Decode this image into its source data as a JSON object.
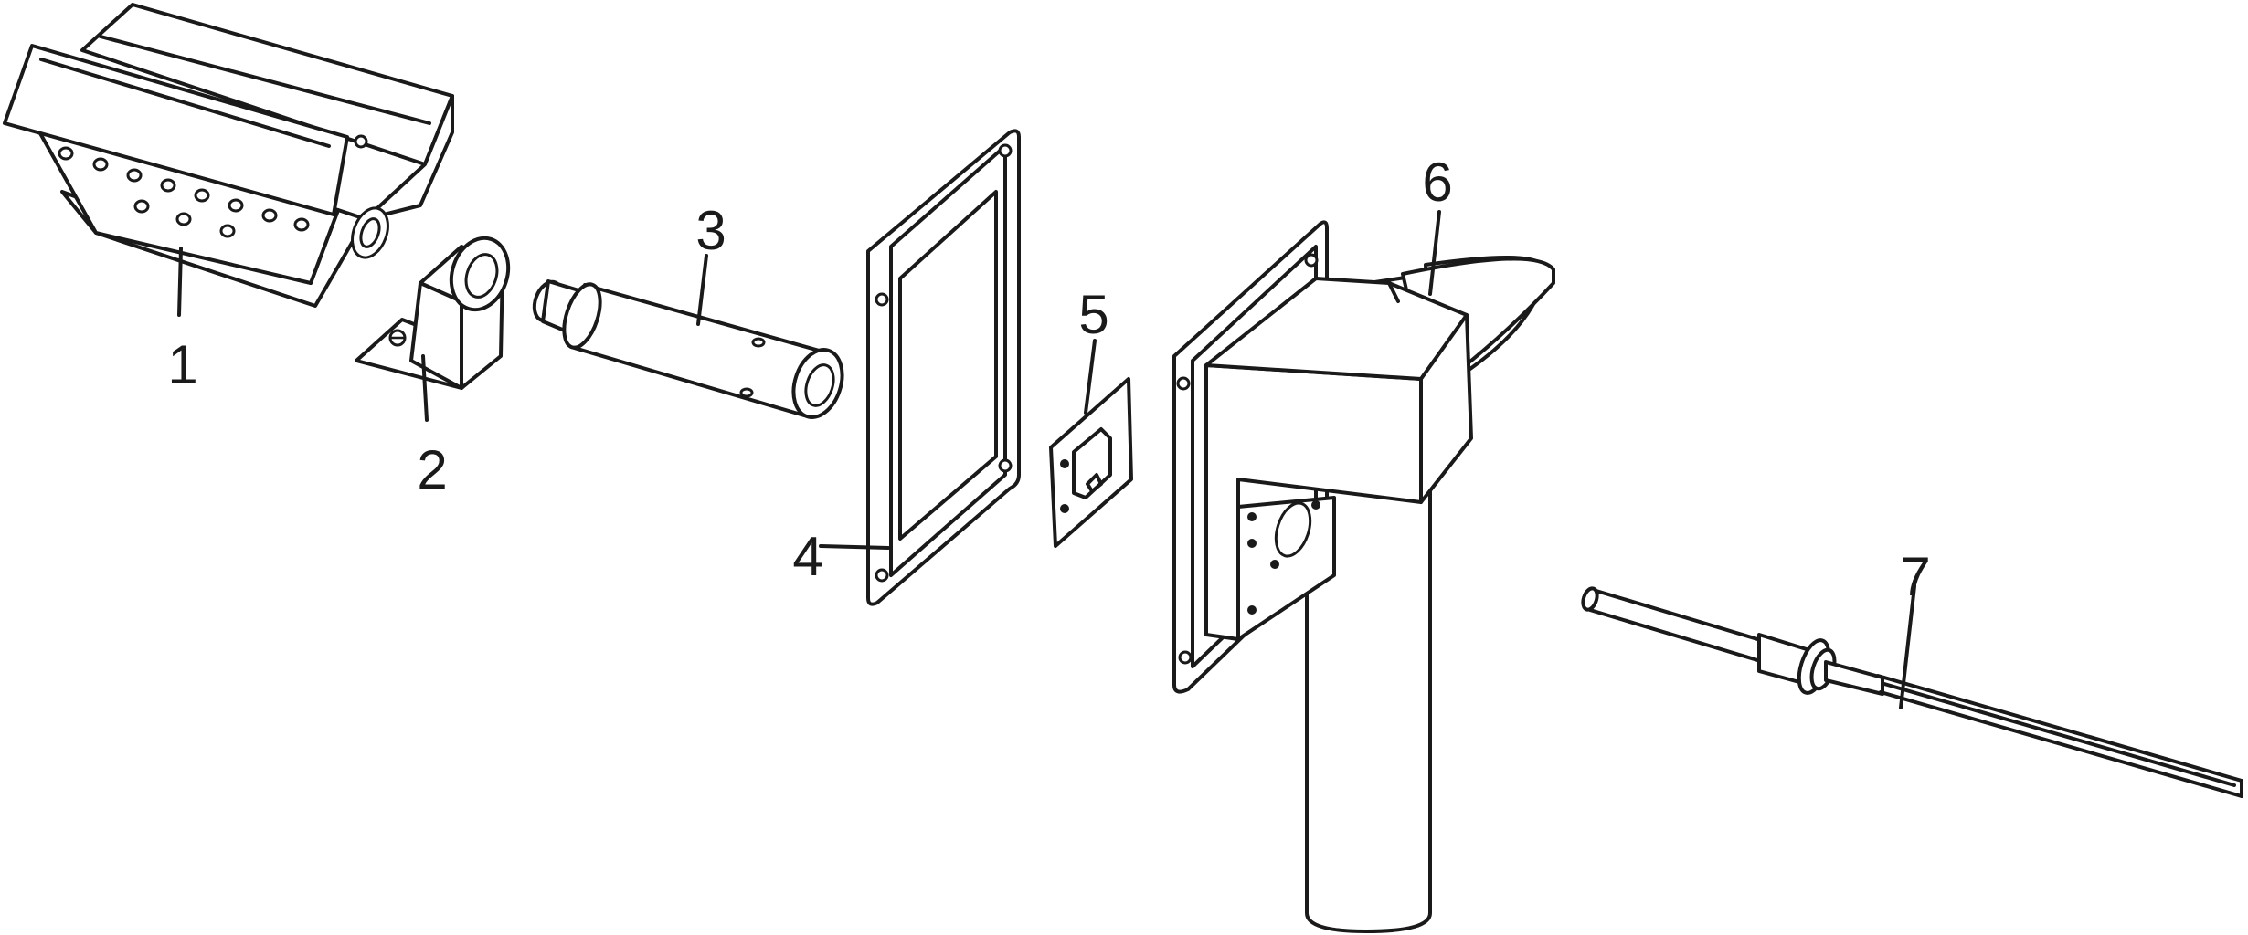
{
  "diagram": {
    "style": "exploded-view line drawing",
    "line_color": "#1a1a1a",
    "background": "#ffffff",
    "callouts": [
      {
        "label": "1"
      },
      {
        "label": "2"
      },
      {
        "label": "3"
      },
      {
        "label": "4"
      },
      {
        "label": "5"
      },
      {
        "label": "6"
      },
      {
        "label": "7"
      }
    ]
  }
}
